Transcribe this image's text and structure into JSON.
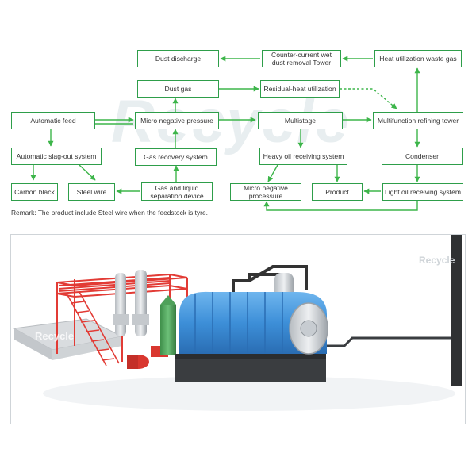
{
  "watermark": "Recycle",
  "boxes": {
    "dust_discharge": "Dust  discharge",
    "counter_current": "Counter-current wet\ndust removal Tower",
    "heat_utilization": "Heat utilization waste gas",
    "dust_gas": "Dust gas",
    "residual_heat": "Residual-heat utilization",
    "automatic_feed": "Automatic feed",
    "micro_negative_pressure": "Micro negative pressure",
    "multistage": "Multistage",
    "multifunction_tower": "Multifunction refining tower",
    "slag_out": "Automatic slag-out system",
    "gas_recovery": "Gas recovery system",
    "heavy_oil": "Heavy oil receiving system",
    "condenser": "Condenser",
    "carbon_black": "Carbon black",
    "steel_wire": "Steel wire",
    "gas_liquid_separation": "Gas and liquid\nseparation device",
    "micro_negative_processor": "Micro negative\nprocessure",
    "product": "Product",
    "light_oil": "Light oil receiving system"
  },
  "remark": "Remark: The product include Steel wire when the feedstock is tyre.",
  "photo": {
    "watermark": "Recycle",
    "watermark_right": "Recycle"
  },
  "colors": {
    "arrow": "#3db54a",
    "box_border": "#2e9e4a",
    "tank_blue": "#3d8fd8",
    "frame_red": "#e23b35",
    "tower_green": "#4fa15a"
  }
}
